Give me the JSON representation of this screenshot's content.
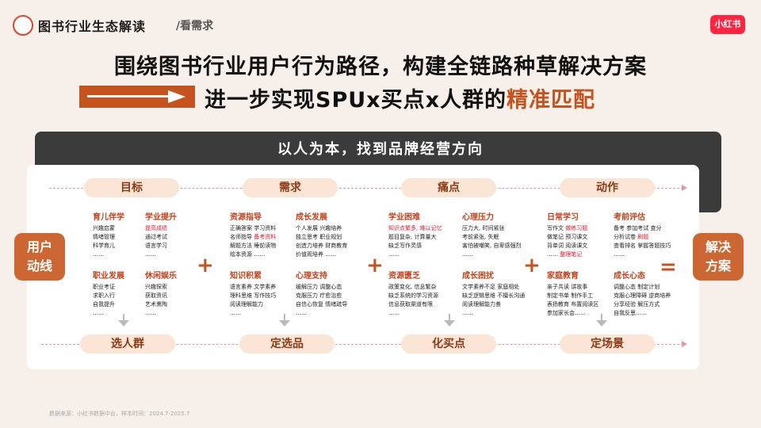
{
  "header": {
    "title": "图书行业生态解读",
    "subtitle": "/看需求",
    "logo": "小红书"
  },
  "headline": {
    "line1": "围绕图书行业用户行为路径，构建全链路种草解决方案",
    "line2_prefix": "进一步实现SPUx买点x人群的",
    "line2_highlight": "精准匹配"
  },
  "panel": {
    "title": "以人为本，找到品牌经营方向",
    "left_label": "用户动线",
    "right_label": "解决方案",
    "top_stages": [
      "目标",
      "需求",
      "痛点",
      "动作"
    ],
    "bottom_stages": [
      "选人群",
      "定选品",
      "化买点",
      "定场景"
    ],
    "groups": [
      {
        "title": "育儿伴学",
        "lines": [
          [
            "兴趣启蒙"
          ],
          [
            "情绪管理"
          ],
          [
            "科学育儿"
          ],
          [
            "……"
          ]
        ]
      },
      {
        "title": "学业提升",
        "lines": [
          [
            "提高成绩"
          ],
          [
            "通过考试"
          ],
          [
            "语言学习"
          ],
          [
            "……"
          ]
        ],
        "red": [
          0
        ]
      },
      {
        "title": "职业发展",
        "lines": [
          [
            "职业考证"
          ],
          [
            "求职入行"
          ],
          [
            "自我提升"
          ],
          [
            "……"
          ]
        ]
      },
      {
        "title": "休闲娱乐",
        "lines": [
          [
            "兴趣探索"
          ],
          [
            "获取资讯"
          ],
          [
            "艺术熏陶"
          ],
          [
            "……"
          ]
        ]
      },
      {
        "title": "资源指导",
        "lines": [
          [
            "正确答案",
            "学习资料"
          ],
          [
            "名师指导",
            "备考资料"
          ],
          [
            "解题方法",
            "睡前读物"
          ],
          [
            "绘本资源",
            "……"
          ]
        ],
        "red": [
          [
            1,
            1
          ]
        ]
      },
      {
        "title": "成长发展",
        "lines": [
          [
            "个人发展",
            "兴趣培养"
          ],
          [
            "独立思考",
            "职业规划"
          ],
          [
            "创造力培养",
            "财商教育"
          ],
          [
            "价值观培养",
            "……"
          ]
        ]
      },
      {
        "title": "知识积累",
        "lines": [
          [
            "语言素养",
            "文学素养"
          ],
          [
            "理科思维",
            "写作技巧"
          ],
          [
            "阅读理解能力"
          ],
          [
            "……"
          ]
        ]
      },
      {
        "title": "心理支持",
        "lines": [
          [
            "缓解压力",
            "调整心态"
          ],
          [
            "克服压力",
            "疗愈治愈"
          ],
          [
            "自信心恢复",
            "情绪疏导"
          ],
          [
            "……"
          ]
        ]
      },
      {
        "title": "学业困难",
        "lines": [
          [
            "知识点繁多, 难以记忆"
          ],
          [
            "题目复杂, 计算量大"
          ],
          [
            "缺乏写作灵感"
          ],
          [
            "……"
          ]
        ],
        "red": [
          0
        ]
      },
      {
        "title": "心理压力",
        "lines": [
          [
            "压力大, 时间紧张"
          ],
          [
            "考前紧张, 失眠"
          ],
          [
            "害怕被嘲笑, 自卑感强烈"
          ],
          [
            "……"
          ]
        ]
      },
      {
        "title": "资源匮乏",
        "lines": [
          [
            "政策变化, 信息繁杂"
          ],
          [
            "缺乏系统的学习资源"
          ],
          [
            "信息获取渠道有限"
          ],
          [
            "……"
          ]
        ]
      },
      {
        "title": "成长困扰",
        "lines": [
          [
            "文学素养不足",
            "家庭相处"
          ],
          [
            "缺乏逻辑思维",
            "不擅长沟通"
          ],
          [
            "阅读理解能力差"
          ],
          [
            "……"
          ]
        ]
      },
      {
        "title": "日常学习",
        "lines": [
          [
            "写作文",
            "做练习题"
          ],
          [
            "做笔记",
            "预习课文"
          ],
          [
            "背单词",
            "阅读课文"
          ],
          [
            "……",
            "整理笔记"
          ]
        ],
        "red": [
          [
            0,
            1
          ],
          [
            3,
            1
          ]
        ]
      },
      {
        "title": "考前评估",
        "lines": [
          [
            "备考",
            "参加考试",
            "查分"
          ],
          [
            "分析试卷",
            "刷题"
          ],
          [
            "查看排名",
            "掌握答题技巧"
          ],
          [
            "……"
          ]
        ],
        "red": [
          [
            1,
            1
          ]
        ]
      },
      {
        "title": "家庭教育",
        "lines": [
          [
            "亲子共读",
            "讲故事"
          ],
          [
            "制定书单",
            "制作手工"
          ],
          [
            "表扬教育",
            "布置阅读区"
          ],
          [
            "参加家长会……"
          ]
        ]
      },
      {
        "title": "成长心态",
        "lines": [
          [
            "调整心态",
            "制定计划"
          ],
          [
            "克服心理障碍",
            "逆商培养"
          ],
          [
            "分享经验",
            "解压方式"
          ],
          [
            "自我反思……"
          ]
        ]
      }
    ]
  },
  "source_note": "数据来源：小红书数据中台，样本时间：2024.7-2025.7",
  "colors": {
    "accent": "#c4531f",
    "dark": "#3c3b3b",
    "highlight_red": "#e0192d",
    "pill": "#fbe5d6"
  }
}
